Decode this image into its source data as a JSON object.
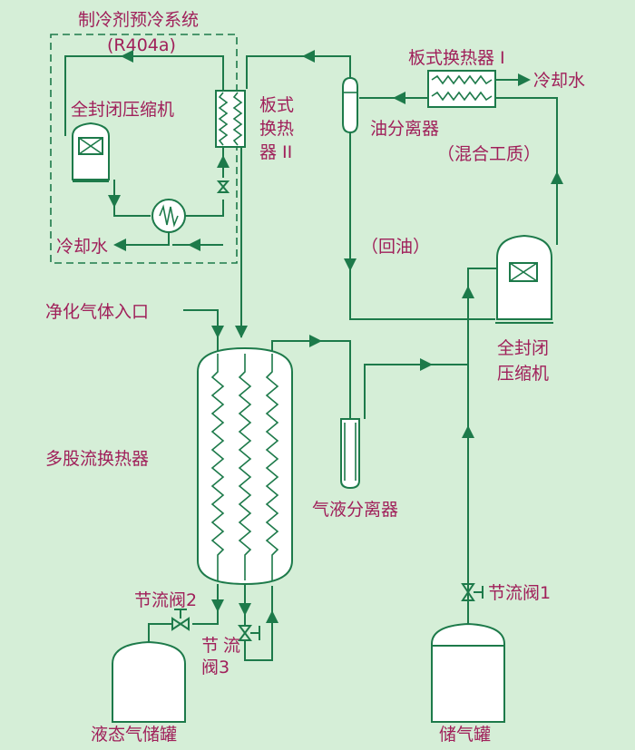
{
  "labels": {
    "precool_system": "制冷剂预冷系统",
    "refrigerant": "(R404a)",
    "compressor_precool": "全封闭压缩机",
    "plate_hx2_line1": "板式",
    "plate_hx2_line2": "换热",
    "plate_hx2_line3": "器 II",
    "cooling_water_left": "冷却水",
    "plate_hx1": "板式换热器 I",
    "cooling_water_right": "冷却水",
    "oil_separator": "油分离器",
    "mixed_refrigerant": "（混合工质）",
    "oil_return": "（回油）",
    "compressor_main_line1": "全封闭",
    "compressor_main_line2": "压缩机",
    "gas_inlet": "净化气体入口",
    "multi_stream_hx": "多股流换热器",
    "gas_liquid_separator": "气液分离器",
    "throttle_valve_2": "节流阀2",
    "throttle_valve_3_line1": "节",
    "throttle_valve_3_line2": "流",
    "throttle_valve_3_line3": "阀3",
    "throttle_valve_1": "节流阀1",
    "liquid_gas_tank": "液态气储罐",
    "gas_tank": "储气罐"
  },
  "colors": {
    "background": "#d5eed7",
    "line": "#1d7a4a",
    "label": "#a0205a"
  }
}
